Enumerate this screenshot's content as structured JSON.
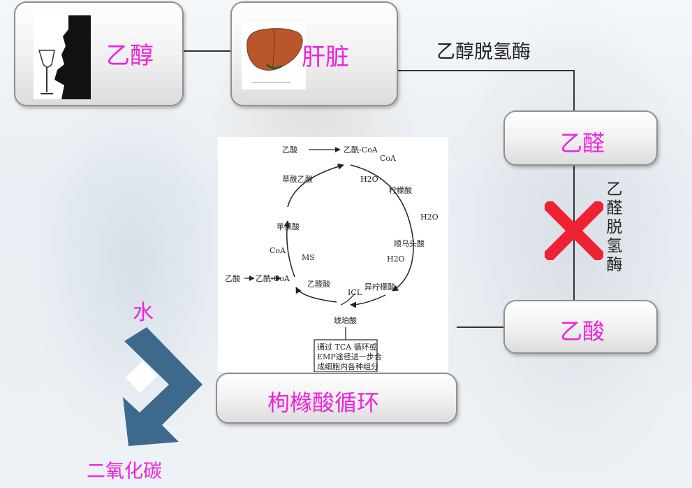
{
  "colors": {
    "label": "#ee22dd",
    "cross": "#ee2233",
    "arrow": "#3d6a8c"
  },
  "ethanol": {
    "label": "乙醇",
    "icon": "drinking-person-icon"
  },
  "liver": {
    "label": "肝脏",
    "icon": "liver-icon"
  },
  "enzyme1": "乙醇脱氢酶",
  "acetaldehyde": {
    "label": "乙醛"
  },
  "enzyme2": "乙醛脱氢酶",
  "acetic_acid": {
    "label": "乙酸"
  },
  "tca_cycle": {
    "label": "枸橼酸循环"
  },
  "water": "水",
  "co2": "二氧化碳",
  "tca_diagram": {
    "top_left": "乙酸",
    "top_right": "乙酰-CoA",
    "coa1": "CoA",
    "h2o_1": "H2O",
    "citrate": "柠檬酸",
    "h2o_2": "H2O",
    "cis_aconitate": "顺乌头酸",
    "h2o_3": "H2O",
    "isocitrate": "异柠檬酸",
    "icl": "ICL",
    "succinate": "琥珀酸",
    "glyoxylate": "乙醛酸",
    "ms": "MS",
    "coa2": "CoA",
    "malate": "苹果酸",
    "oxaloacetate": "草酰乙酸",
    "side_acetate": "乙酸",
    "side_acetylcoa": "乙酰-CoA",
    "box_line1": "通过 TCA 循环或",
    "box_line2": "EMP途径进一步合",
    "box_line3": "成细胞内各种组分"
  }
}
